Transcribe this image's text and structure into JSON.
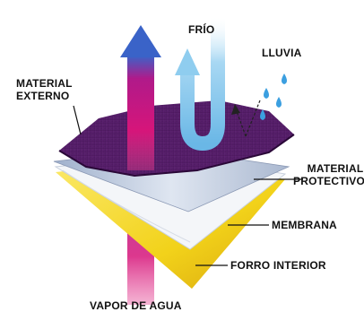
{
  "labels": {
    "cold": "FRÍO",
    "rain": "LLUVIA",
    "outer_material": [
      "MATERIAL",
      "EXTERNO"
    ],
    "protective_material": [
      "MATERIAL",
      "PROTECTIVO"
    ],
    "membrane": "MEMBRANA",
    "inner_lining": "FORRO INTERIOR",
    "water_vapor": "VAPOR DE AGUA"
  },
  "colors": {
    "vapor_arrow": "#d6157a",
    "vapor_arrow_top": "#3a63c8",
    "cold_arrow": "#7fc4ea",
    "rain_drops": "#3b9fe0",
    "outer_layer": "#5a1c6e",
    "protective_layer": "#c9d4e6",
    "membrane_layer": "#f4f6f9",
    "lining_layer": "#f2d21a"
  }
}
